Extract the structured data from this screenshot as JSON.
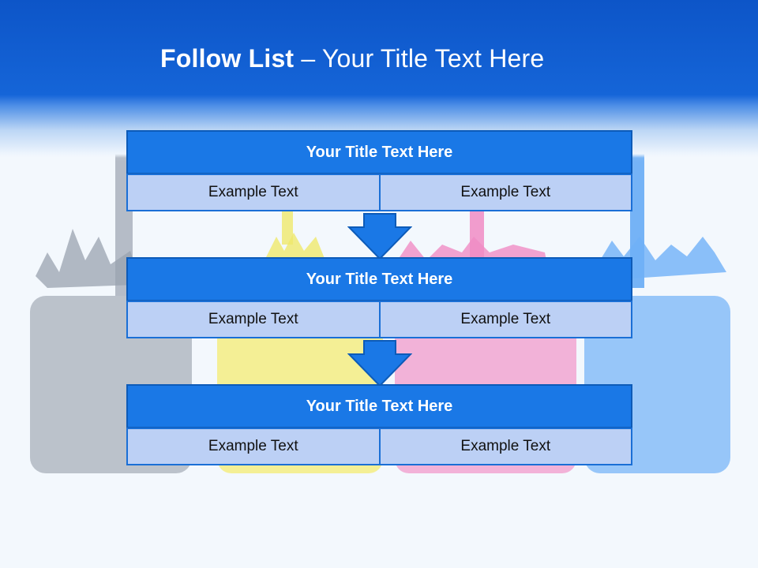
{
  "slide": {
    "title_bold": "Follow List",
    "title_dash": " – ",
    "title_rest": "Your Title Text Here"
  },
  "steps": [
    {
      "title": "Your Title Text Here",
      "left": "Example Text",
      "right": "Example Text"
    },
    {
      "title": "Your Title Text Here",
      "left": "Example Text",
      "right": "Example Text"
    },
    {
      "title": "Your Title Text Here",
      "left": "Example Text",
      "right": "Example Text"
    }
  ],
  "colors": {
    "header_blue": "#1565d8",
    "box_title_blue": "#1a78e6",
    "cell_fill": "#bcd0f5",
    "arrow_blue": "#1a78e6",
    "ink_black": "#8e97a4",
    "ink_yellow": "#f6ef6a",
    "ink_magenta": "#f38cc4",
    "ink_cyan": "#5ea7f5"
  },
  "icons": [
    "down-arrow-icon"
  ]
}
